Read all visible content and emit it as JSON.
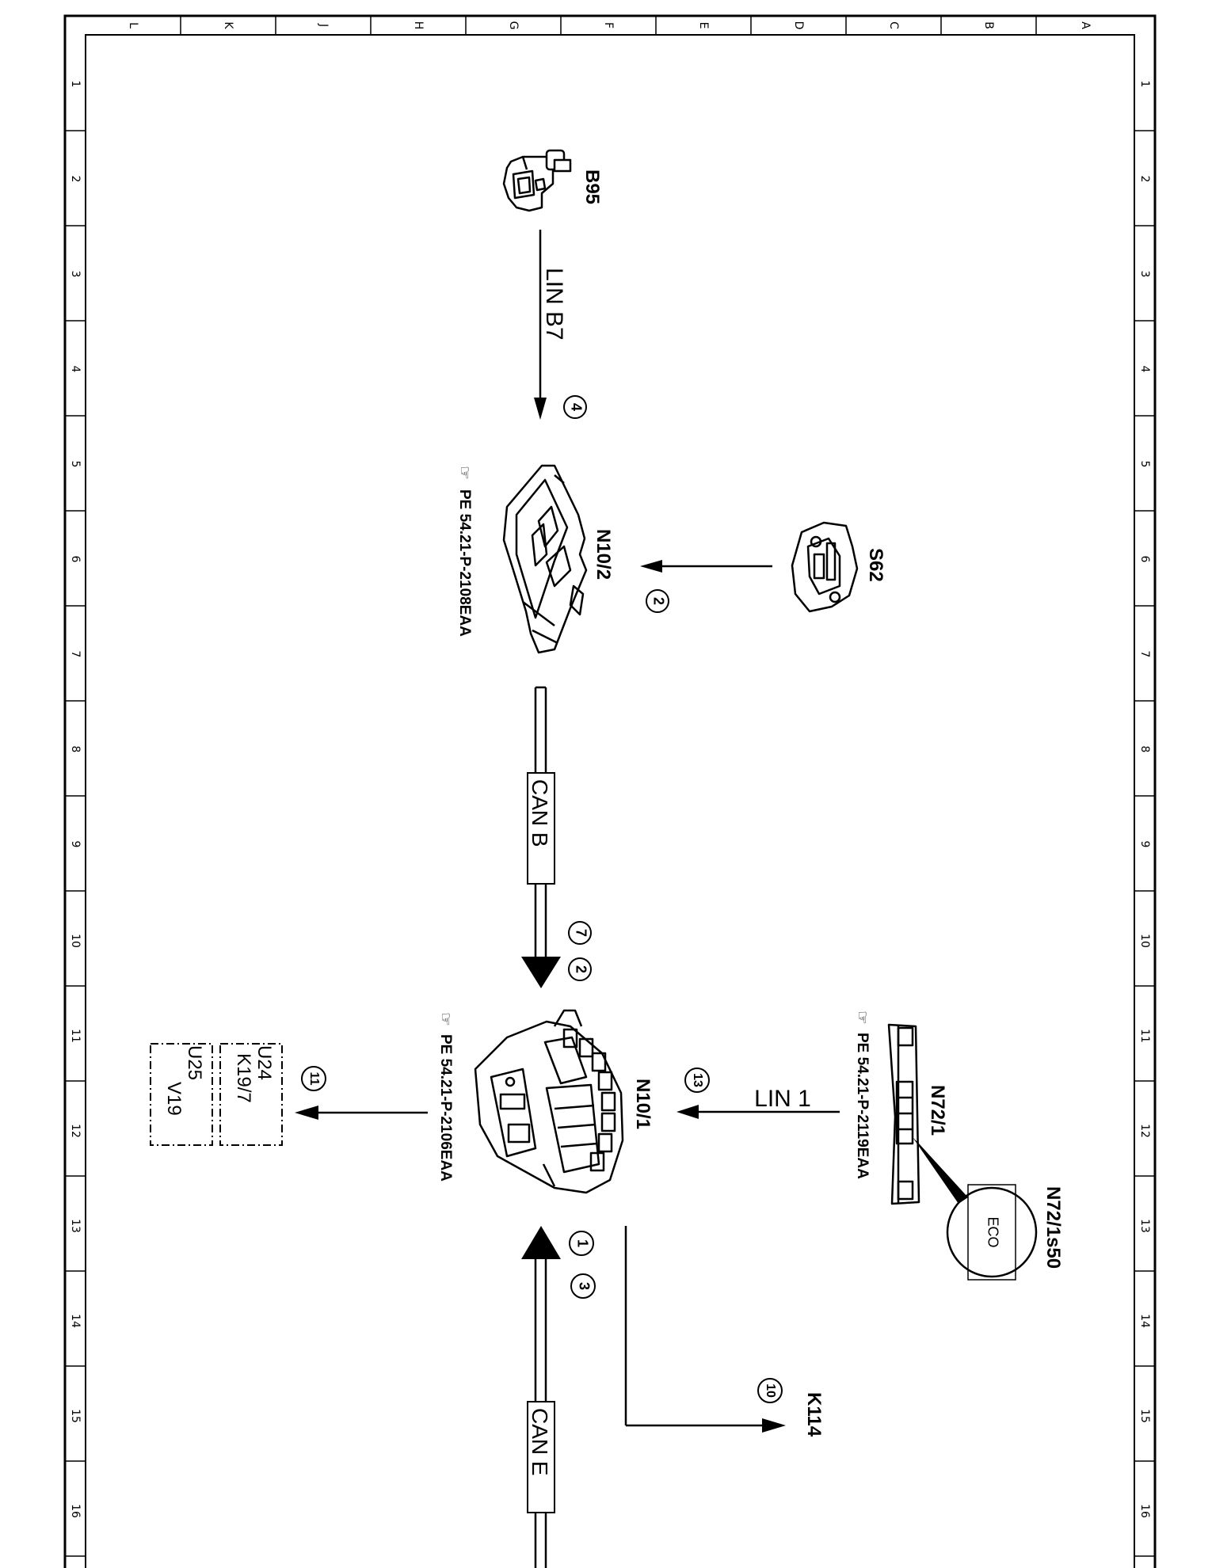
{
  "grid": {
    "columns": [
      "L",
      "K",
      "J",
      "H",
      "G",
      "F",
      "E",
      "D",
      "C",
      "B",
      "A"
    ],
    "rows": [
      "1",
      "2",
      "3",
      "4",
      "5",
      "6",
      "7",
      "8",
      "9",
      "10",
      "11",
      "12",
      "13",
      "14",
      "15",
      "16"
    ]
  },
  "components": {
    "b95": "B95",
    "s62": "S62",
    "n10_2": "N10/2",
    "n10_1": "N10/1",
    "n72_1": "N72/1",
    "n72_1s50": "N72/1s50",
    "eco": "ECO",
    "k114": "K114"
  },
  "buses": {
    "lin_b7": "LIN B7",
    "can_b": "CAN B",
    "can_e": "CAN E",
    "lin_1": "LIN 1"
  },
  "references": {
    "n10_2": "PE 54.21-P-2108EAA",
    "n10_1": "PE 54.21-P-2106EAA",
    "n72_1": "PE 54.21-P-2119EAA"
  },
  "markers": {
    "m4": "4",
    "m2a": "2",
    "m7": "7",
    "m2b": "2",
    "m13": "13",
    "m11": "11",
    "m1": "1",
    "m3": "3",
    "m10": "10"
  },
  "targets": {
    "u24": "U24",
    "k19_7": "K19/7",
    "u25": "U25",
    "v19": "V19"
  }
}
